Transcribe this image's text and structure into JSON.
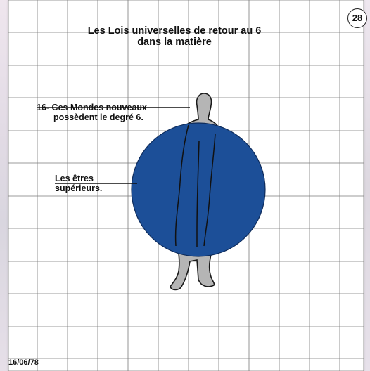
{
  "plate": {
    "page_number": "28",
    "title_line1": "Les Lois universelles de retour au 6",
    "title_line2": "dans la matière",
    "date": "16/06/78"
  },
  "annotations": {
    "new_worlds_line1": "16- Ces Mondes nouveaux",
    "new_worlds_line2": "possèdent le degré 6.",
    "beings_line1": "Les êtres",
    "beings_line2": "supérieurs."
  },
  "figure": {
    "sphere_color": "#1c4f98",
    "figure_color": "#b5b5b5",
    "grid_color": "#7a7a7a"
  }
}
